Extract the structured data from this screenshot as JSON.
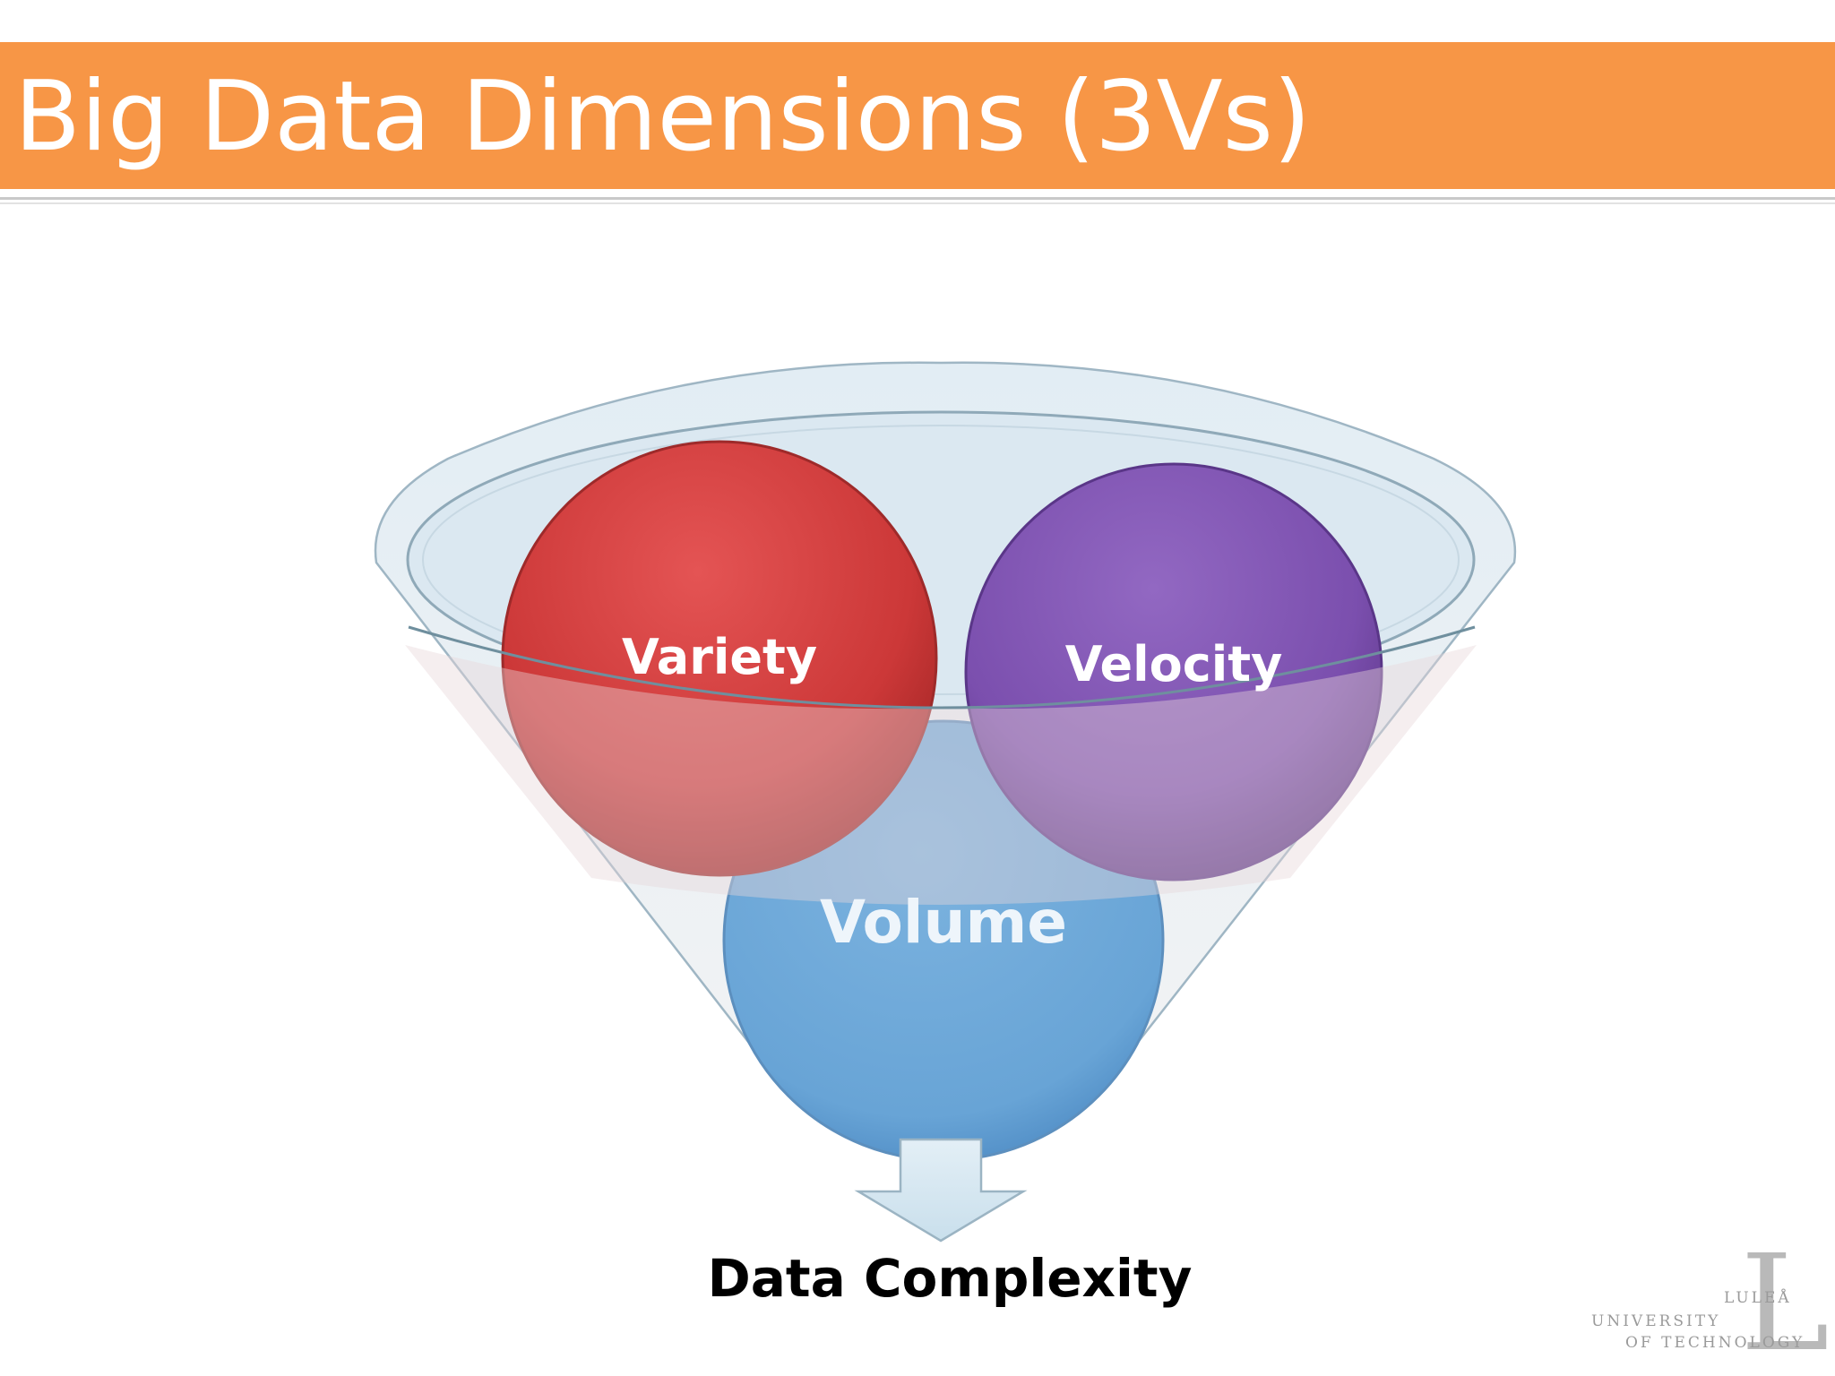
{
  "slide": {
    "title": "Big Data Dimensions (3Vs)",
    "caption": "Data Complexity"
  },
  "diagram": {
    "circles": [
      {
        "id": "variety",
        "label": "Variety",
        "color": "#d63e3e"
      },
      {
        "id": "velocity",
        "label": "Velocity",
        "color": "#8154b0"
      },
      {
        "id": "volume",
        "label": "Volume",
        "color": "#6ba7d8"
      }
    ],
    "funnel_color": "#dde9f2",
    "arrow_color": "#d6e8f2"
  },
  "logo": {
    "mark": "L",
    "line1": "LULEÅ",
    "line2": "UNIVERSITY",
    "line3": "OF TECHNOLOGY"
  },
  "colors": {
    "title_bar": "#f79646",
    "title_text": "#ffffff"
  }
}
